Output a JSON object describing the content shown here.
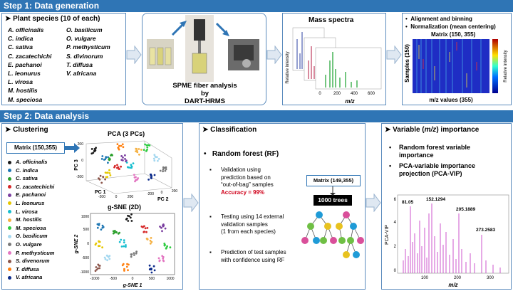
{
  "step1": {
    "title": "Step 1: Data generation",
    "species_header": "Plant species (10 of each)",
    "species_col1": [
      "A. officinalis",
      "C. indica",
      "C. sativa",
      "C. zacatechichi",
      "E. pachanoi",
      "L. leonurus",
      "L. virosa",
      "M. hostilis",
      "M. speciosa"
    ],
    "species_col2": [
      "O. basilicum",
      "O. vulgare",
      "P. methysticum",
      "S. divinorum",
      "T. diffusa",
      "V. africana"
    ],
    "spme_lines": [
      "SPME fiber analysis",
      "by",
      "DART-HRMS"
    ],
    "mass_title": "Mass spectra",
    "mass_ylabel": "Relative intensity",
    "mass_xticks": [
      "0",
      "200",
      "400",
      "600"
    ],
    "mass_xlabel": "m/z",
    "align_bullets": [
      "Alignment and binning",
      "Normalization (mean centering)"
    ],
    "matrix_label": "Matrix (150, 355)",
    "samples_label": "Samples (150)",
    "rel_int_label": "Relative intensity",
    "mz_values_label": "m/z values (355)"
  },
  "step2": {
    "title": "Step 2: Data analysis",
    "clustering_header": "Clustering",
    "matrix_box": "Matrix (150,355)",
    "pca_title": "PCA (3 PCs)",
    "pc1": "PC 1",
    "pc2": "PC 2",
    "pc3": "PC 3",
    "pca_ticks": [
      "-200",
      "0",
      "200",
      "-200",
      "0",
      "200"
    ],
    "pca_zticks": [
      "-200",
      "0",
      "200"
    ],
    "gsne_title": "g-SNE (2D)",
    "gsne_xlabel": "g-SNE 1",
    "gsne_ylabel": "g-SNE 2",
    "gsne_xticks": [
      "-1000",
      "-500",
      "0",
      "500",
      "1000"
    ],
    "gsne_yticks": [
      "1000",
      "500",
      "0",
      "-500",
      "-1000"
    ],
    "legend": [
      {
        "name": "A. officinalis",
        "color": "#1a1a1a"
      },
      {
        "name": "C. indica",
        "color": "#1f77b4"
      },
      {
        "name": "C. sativa",
        "color": "#2ca02c"
      },
      {
        "name": "C. zacatechichi",
        "color": "#d62728"
      },
      {
        "name": "E. pachanoi",
        "color": "#7b3fa0"
      },
      {
        "name": "L. leonurus",
        "color": "#e6c700"
      },
      {
        "name": "L. virosa",
        "color": "#17becf"
      },
      {
        "name": "M. hostilis",
        "color": "#f5b041"
      },
      {
        "name": "M. speciosa",
        "color": "#2ecc40"
      },
      {
        "name": "O. basilicum",
        "color": "#a5d8f0"
      },
      {
        "name": "O. vulgare",
        "color": "#7a7a7a"
      },
      {
        "name": "P. methysticum",
        "color": "#e377c2"
      },
      {
        "name": "S. divenorum",
        "color": "#8c564b"
      },
      {
        "name": "T. diffusa",
        "color": "#ff7f0e"
      },
      {
        "name": "V. africana",
        "color": "#0b2a8a"
      }
    ],
    "classification_header": "Classification",
    "rf_title": "Random forest (RF)",
    "val_lines": [
      "Validation using",
      "prediction based on",
      "“out-of-bag” samples"
    ],
    "accuracy": "Accuracy = 99%",
    "test_lines": [
      "Testing using 14 external",
      "validation samples",
      "(1 from each species)"
    ],
    "pred_lines": [
      "Prediction of test samples",
      "with confidence using RF"
    ],
    "matrix2": "Matrix (149,355)",
    "trees": "1000 trees",
    "var_header_pre": "Variable (",
    "var_header_mz": "m/z",
    "var_header_post": ") importance",
    "var_bullets": [
      [
        "Random forest variable",
        "importance"
      ],
      [
        "PCA-variable importance",
        "projection (PCA-VIP)"
      ]
    ],
    "vip_peaks": [
      "81.05",
      "152.1294",
      "205.1889",
      "273.2583"
    ],
    "vip_ylabel": "PCA-VIP",
    "vip_yticks": [
      "6",
      "4",
      "2",
      "0"
    ],
    "vip_xticks": [
      "100",
      "200",
      "300"
    ],
    "vip_xlabel": "m/z"
  }
}
